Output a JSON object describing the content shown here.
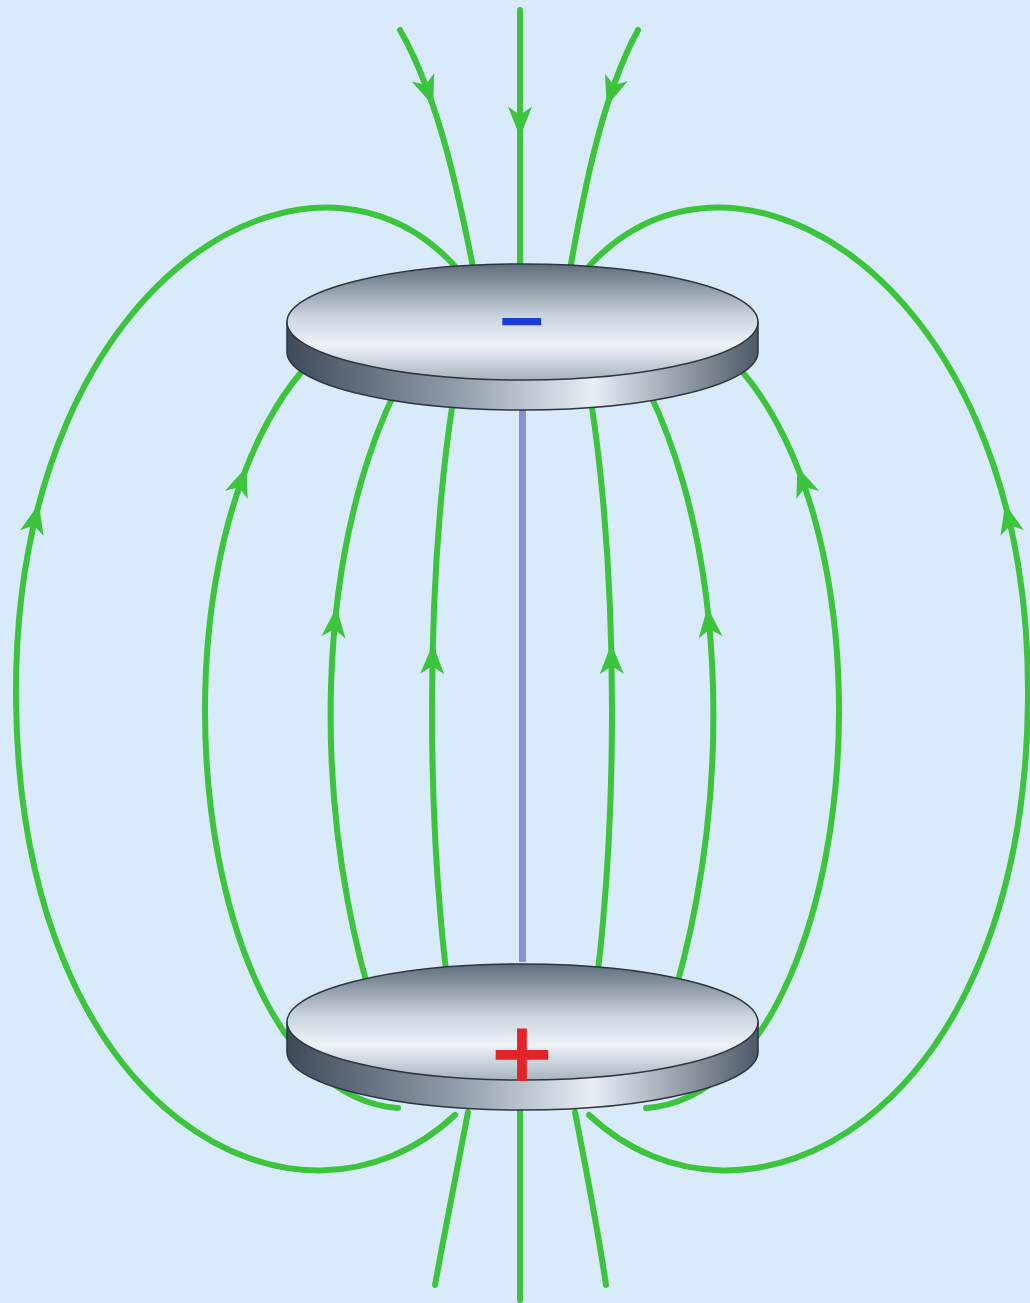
{
  "diagram": {
    "nodes": [
      {
        "text": [
          "−"
        ]
      },
      {
        "text": [
          "+"
        ]
      }
    ],
    "edges": [
      {
        "from": 0,
        "to": 1,
        "arrow": "none"
      }
    ]
  }
}
